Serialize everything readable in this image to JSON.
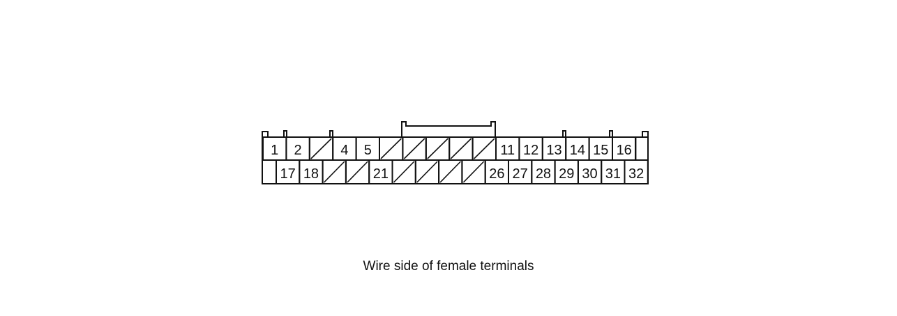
{
  "diagram": {
    "caption": "Wire side of female terminals",
    "top_row": [
      {
        "label": "1",
        "empty": false
      },
      {
        "label": "2",
        "empty": false
      },
      {
        "label": "",
        "empty": true
      },
      {
        "label": "4",
        "empty": false
      },
      {
        "label": "5",
        "empty": false
      },
      {
        "label": "",
        "empty": true
      },
      {
        "label": "",
        "empty": true
      },
      {
        "label": "",
        "empty": true
      },
      {
        "label": "",
        "empty": true
      },
      {
        "label": "",
        "empty": true
      },
      {
        "label": "11",
        "empty": false
      },
      {
        "label": "12",
        "empty": false
      },
      {
        "label": "13",
        "empty": false
      },
      {
        "label": "14",
        "empty": false
      },
      {
        "label": "15",
        "empty": false
      },
      {
        "label": "16",
        "empty": false
      }
    ],
    "bottom_row": [
      {
        "label": "17",
        "empty": false
      },
      {
        "label": "18",
        "empty": false
      },
      {
        "label": "",
        "empty": true
      },
      {
        "label": "",
        "empty": true
      },
      {
        "label": "21",
        "empty": false
      },
      {
        "label": "",
        "empty": true
      },
      {
        "label": "",
        "empty": true
      },
      {
        "label": "",
        "empty": true
      },
      {
        "label": "",
        "empty": true
      },
      {
        "label": "26",
        "empty": false
      },
      {
        "label": "27",
        "empty": false
      },
      {
        "label": "28",
        "empty": false
      },
      {
        "label": "29",
        "empty": false
      },
      {
        "label": "30",
        "empty": false
      },
      {
        "label": "31",
        "empty": false
      },
      {
        "label": "32",
        "empty": false
      }
    ]
  }
}
